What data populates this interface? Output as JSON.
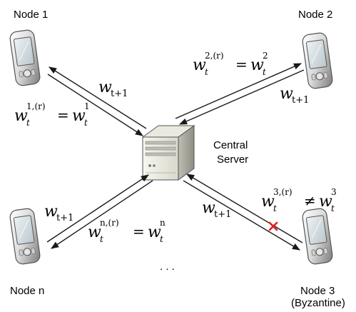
{
  "nodes": [
    {
      "label": "Node 1"
    },
    {
      "label": "Node 2"
    },
    {
      "label": "Node n"
    },
    {
      "label": "Node 3",
      "sublabel": "(Byzantine)"
    }
  ],
  "server": {
    "line1": "Central",
    "line2": "Server"
  },
  "ellipsis": ". . .",
  "math": {
    "w": "w",
    "t": "t",
    "tplus1": "t+1",
    "eq": "=",
    "neq": "≠",
    "sup1r": "1,(r)",
    "sup1": "1",
    "sup2r": "2,(r)",
    "sup2": "2",
    "sup3r": "3,(r)",
    "sup3": "3",
    "supnr": "n,(r)",
    "supn": "n"
  },
  "colors": {
    "line": "#1a1a1a",
    "device_shell_light": "#f2f2f2",
    "device_shell_dark": "#8c8c8c",
    "screen": "#cfd8dc",
    "byzantine_mark": "#e02020"
  }
}
